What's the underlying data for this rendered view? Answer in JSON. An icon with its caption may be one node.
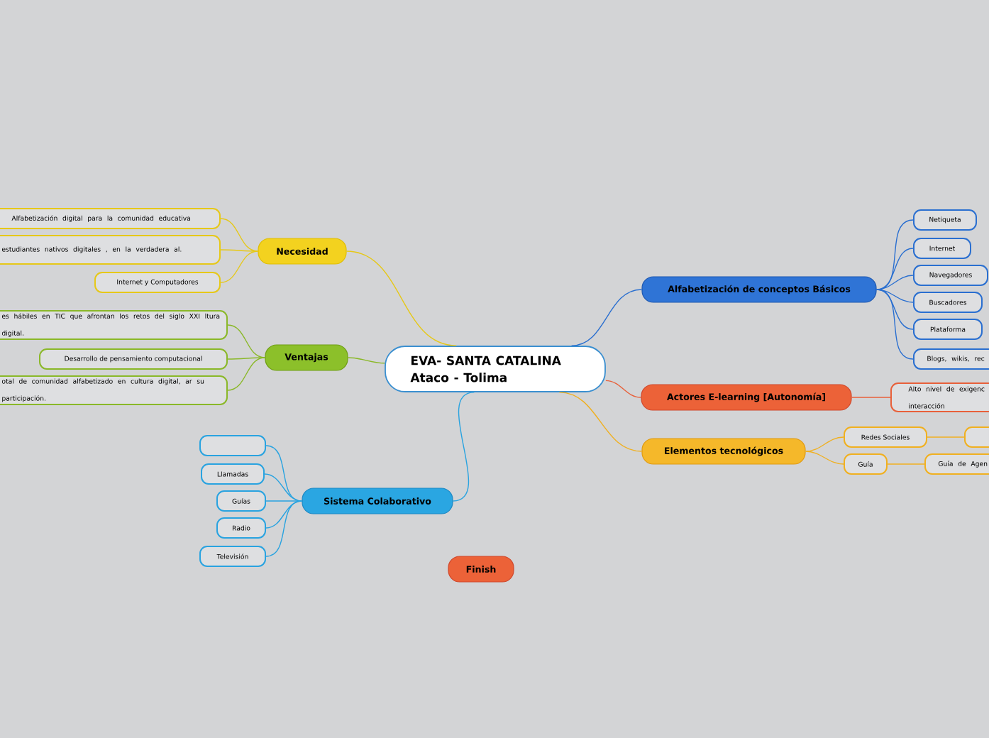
{
  "diagram": {
    "nodes": [
      {
        "text": [
          "EVA- SANTA CATALINA Ataco - Tolima"
        ]
      },
      {
        "text": [
          "Necesidad"
        ]
      },
      {
        "text": [
          "Alfabetización digital para la comunidad educativa"
        ]
      },
      {
        "text": [
          "estudiantes nativos digitales , en la verdadera al."
        ]
      },
      {
        "text": [
          "Internet y Computadores"
        ]
      },
      {
        "text": [
          "Ventajas"
        ]
      },
      {
        "text": [
          "es hábiles en TIC que afrontan los retos del siglo XXI ltura digital."
        ]
      },
      {
        "text": [
          "Desarrollo de pensamiento computacional"
        ]
      },
      {
        "text": [
          "otal de comunidad alfabetizado en cultura digital, ar su participación."
        ]
      },
      {
        "text": [
          "Sistema Colaborativo"
        ]
      },
      {
        "text": [],
        "shape": "box"
      },
      {
        "text": [
          "Llamadas"
        ]
      },
      {
        "text": [
          "Guías"
        ]
      },
      {
        "text": [
          "Radio"
        ]
      },
      {
        "text": [
          "Televisión"
        ]
      },
      {
        "text": [
          "Finish"
        ]
      },
      {
        "text": [
          "Alfabetización de conceptos Básicos"
        ]
      },
      {
        "text": [
          "Netiqueta"
        ]
      },
      {
        "text": [
          "Internet"
        ]
      },
      {
        "text": [
          "Navegadores"
        ]
      },
      {
        "text": [
          "Buscadores"
        ]
      },
      {
        "text": [
          "Plataforma"
        ]
      },
      {
        "text": [
          "Blogs, wikis, rec"
        ]
      },
      {
        "text": [
          "Actores E-learning [Autonomía]"
        ]
      },
      {
        "text": [
          "Alto nivel de exigenc interacción"
        ]
      },
      {
        "text": [
          "Elementos tecnológicos"
        ]
      },
      {
        "text": [
          "Redes Sociales"
        ]
      },
      {
        "text": [
          "Guía"
        ]
      },
      {
        "text": [],
        "shape": "box"
      },
      {
        "text": [
          "Guía de Agen"
        ]
      }
    ],
    "edges": [
      {
        "from": 0,
        "to": 1,
        "arrow": "none",
        "color": "#e6c818"
      },
      {
        "from": 1,
        "to": 2,
        "arrow": "none",
        "color": "#e6c818"
      },
      {
        "from": 1,
        "to": 3,
        "arrow": "none",
        "color": "#e6c818"
      },
      {
        "from": 1,
        "to": 4,
        "arrow": "none",
        "color": "#e6c818"
      },
      {
        "from": 0,
        "to": 5,
        "arrow": "none",
        "color": "#8ab828"
      },
      {
        "from": 5,
        "to": 6,
        "arrow": "none",
        "color": "#8ab828"
      },
      {
        "from": 5,
        "to": 7,
        "arrow": "none",
        "color": "#8ab828"
      },
      {
        "from": 5,
        "to": 8,
        "arrow": "none",
        "color": "#8ab828"
      },
      {
        "from": 0,
        "to": 9,
        "arrow": "none",
        "color": "#29a3e0"
      },
      {
        "from": 9,
        "to": 10,
        "arrow": "none",
        "color": "#29a3e0"
      },
      {
        "from": 9,
        "to": 11,
        "arrow": "none",
        "color": "#29a3e0"
      },
      {
        "from": 9,
        "to": 12,
        "arrow": "none",
        "color": "#29a3e0"
      },
      {
        "from": 9,
        "to": 13,
        "arrow": "none",
        "color": "#29a3e0"
      },
      {
        "from": 9,
        "to": 14,
        "arrow": "none",
        "color": "#29a3e0"
      },
      {
        "from": 0,
        "to": 16,
        "arrow": "none",
        "color": "#2a6fd0"
      },
      {
        "from": 16,
        "to": 17,
        "arrow": "none",
        "color": "#2a6fd0"
      },
      {
        "from": 16,
        "to": 18,
        "arrow": "none",
        "color": "#2a6fd0"
      },
      {
        "from": 16,
        "to": 19,
        "arrow": "none",
        "color": "#2a6fd0"
      },
      {
        "from": 16,
        "to": 20,
        "arrow": "none",
        "color": "#2a6fd0"
      },
      {
        "from": 16,
        "to": 21,
        "arrow": "none",
        "color": "#2a6fd0"
      },
      {
        "from": 16,
        "to": 22,
        "arrow": "none",
        "color": "#2a6fd0"
      },
      {
        "from": 0,
        "to": 23,
        "arrow": "none",
        "color": "#e8603a"
      },
      {
        "from": 23,
        "to": 24,
        "arrow": "none",
        "color": "#e8603a"
      },
      {
        "from": 0,
        "to": 25,
        "arrow": "none",
        "color": "#f0b020"
      },
      {
        "from": 25,
        "to": 26,
        "arrow": "none",
        "color": "#f0b020"
      },
      {
        "from": 25,
        "to": 27,
        "arrow": "none",
        "color": "#f0b020"
      },
      {
        "from": 26,
        "to": 28,
        "arrow": "none",
        "color": "#f0b020"
      },
      {
        "from": 27,
        "to": 29,
        "arrow": "none",
        "color": "#f0b020"
      }
    ]
  }
}
